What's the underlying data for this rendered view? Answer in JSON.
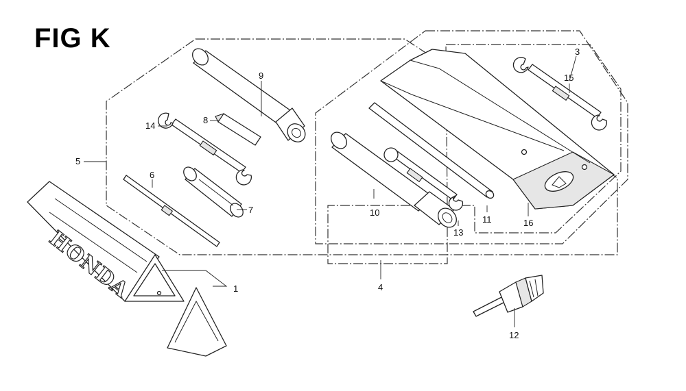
{
  "figure": {
    "title": "FIG K"
  },
  "bag_logo": "HONDA",
  "callouts": {
    "c1": "1",
    "c3": "3",
    "c4": "4",
    "c5": "5",
    "c6": "6",
    "c7": "7",
    "c8": "8",
    "c9": "9",
    "c10": "10",
    "c11": "11",
    "c12": "12",
    "c13": "13",
    "c14": "14",
    "c15": "15",
    "c16": "16"
  }
}
